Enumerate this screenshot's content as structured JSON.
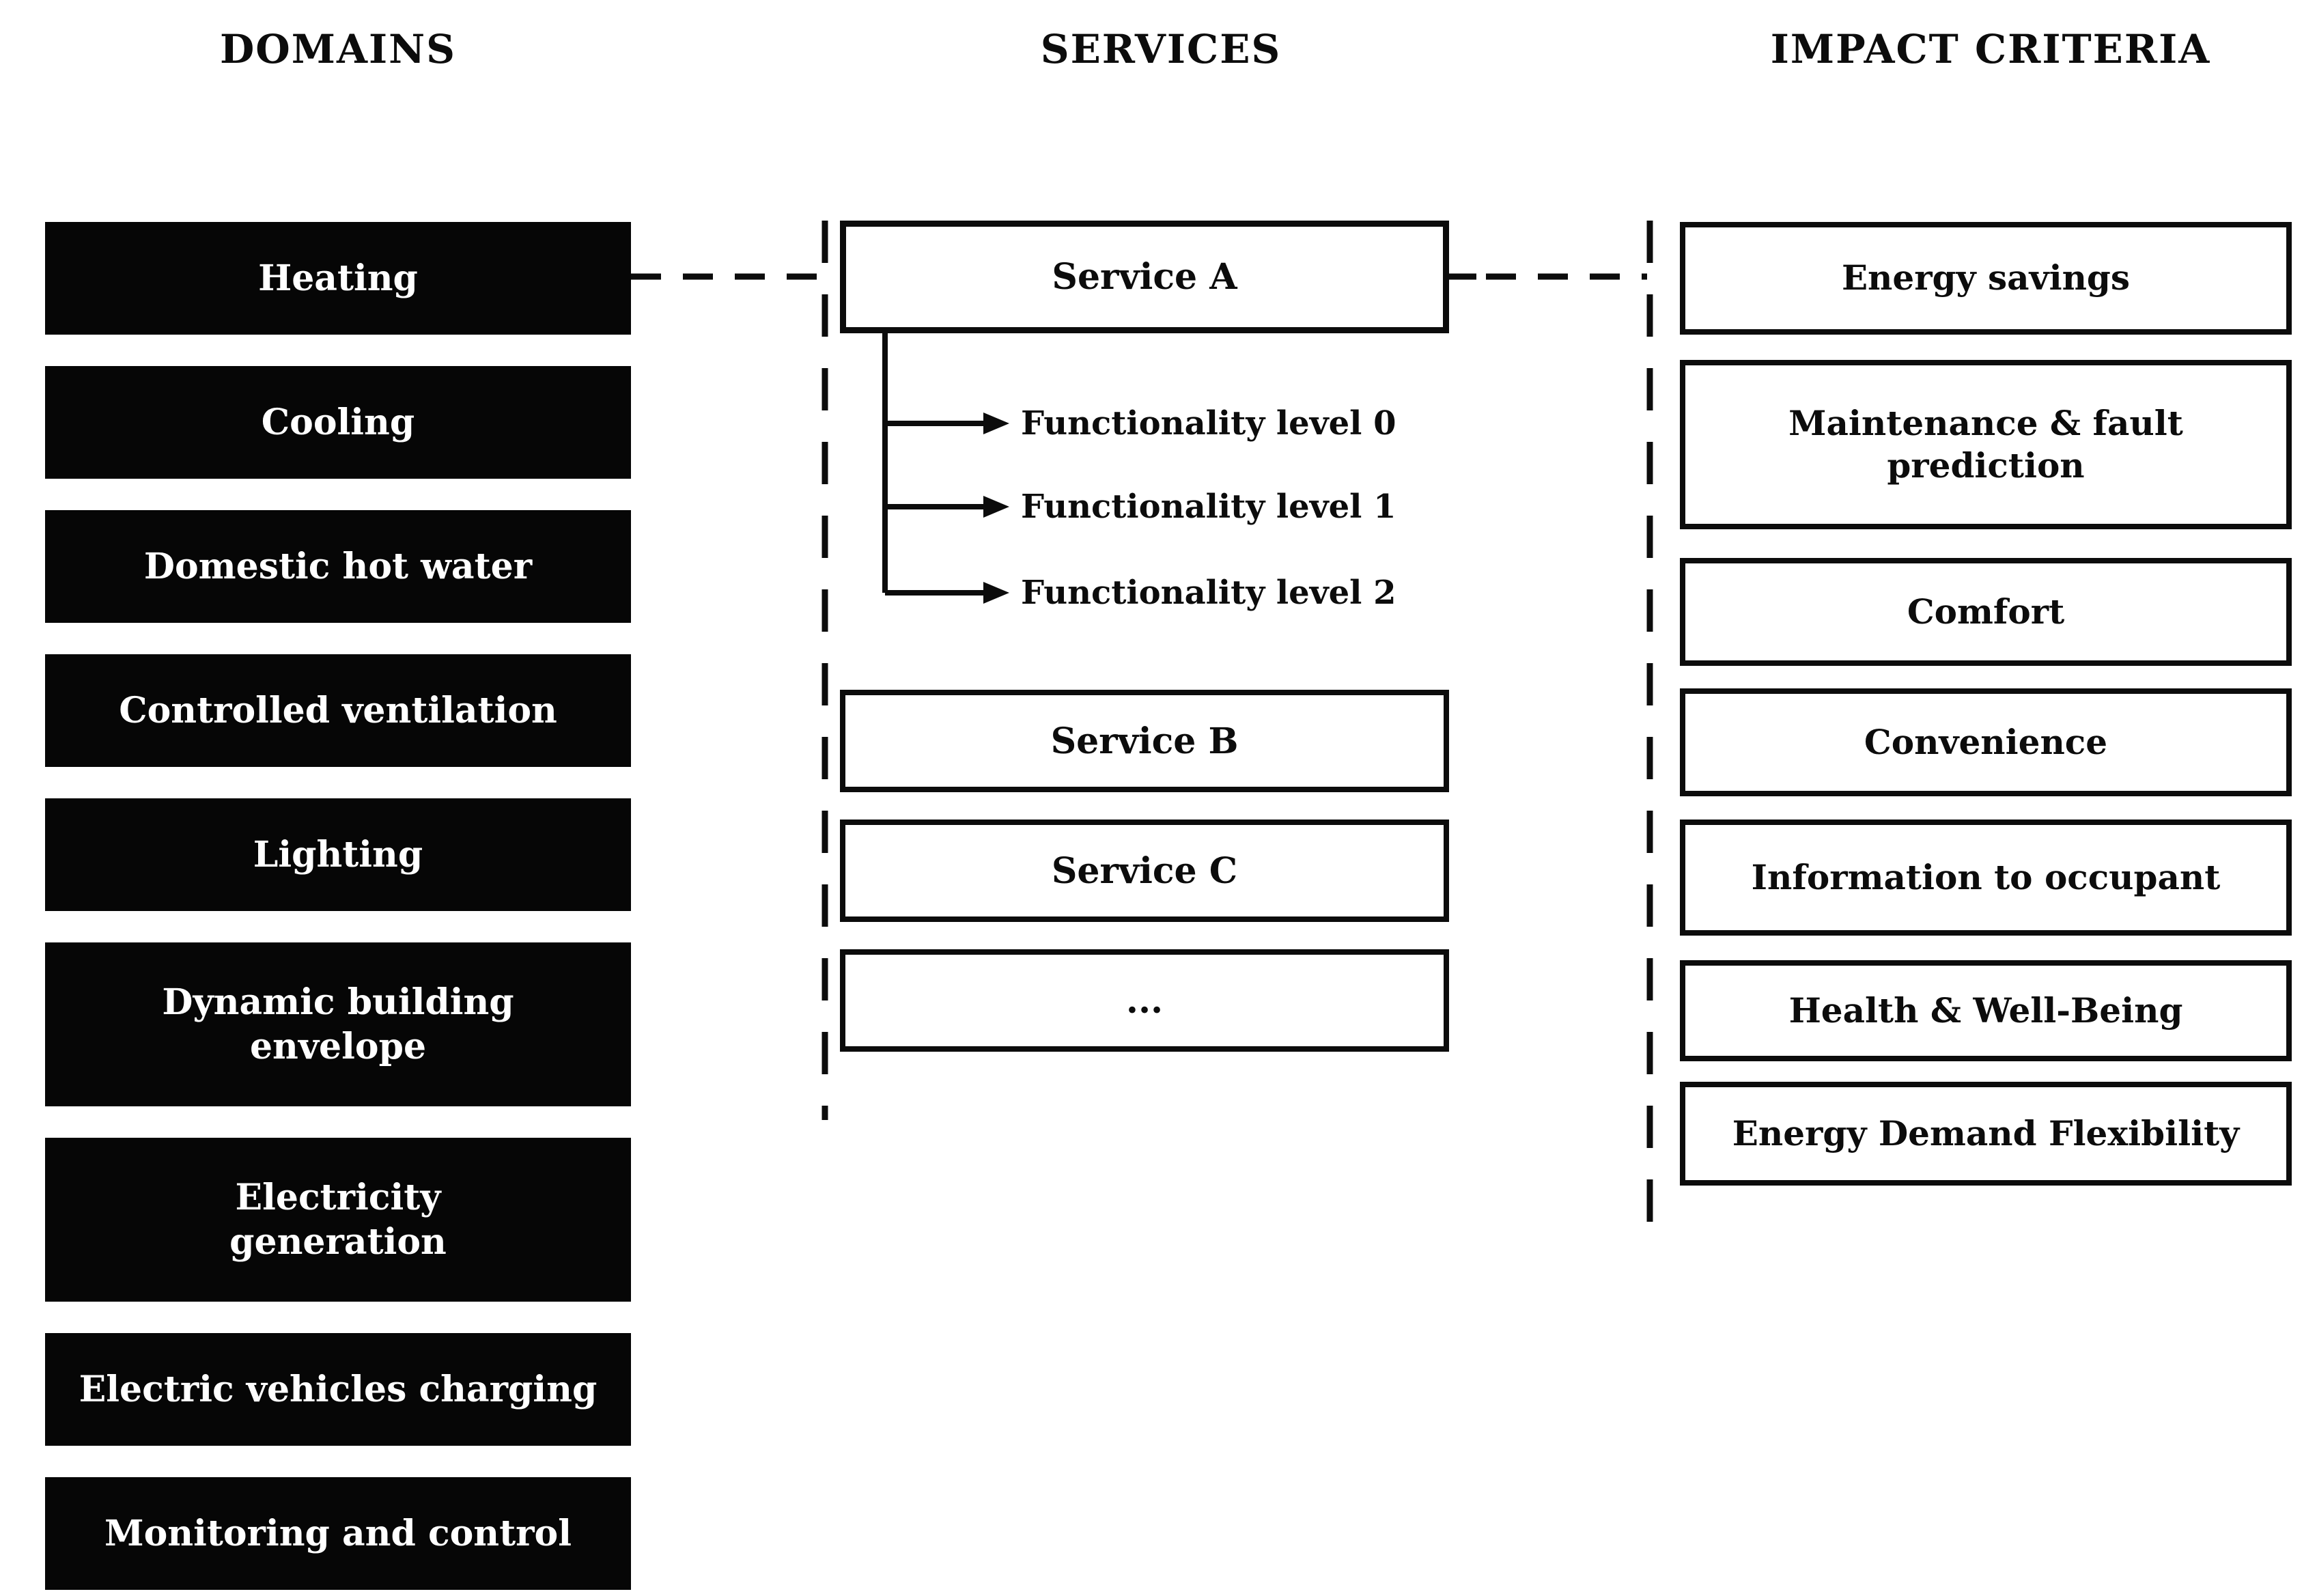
{
  "columns": {
    "domains": {
      "title": "DOMAINS",
      "items": [
        "Heating",
        "Cooling",
        "Domestic hot water",
        "Controlled ventilation",
        "Lighting",
        "Dynamic building envelope",
        "Electricity generation",
        "Electric vehicles charging",
        "Monitoring and control"
      ]
    },
    "services": {
      "title": "SERVICES",
      "service_a": "Service A",
      "functionality_levels": [
        "Functionality level 0",
        "Functionality level 1",
        "Functionality level 2"
      ],
      "service_b": "Service B",
      "service_c": "Service C",
      "more": "..."
    },
    "impact": {
      "title": "IMPACT CRITERIA",
      "items": [
        "Energy savings",
        "Maintenance & fault prediction",
        "Comfort",
        "Convenience",
        "Information to occupant",
        "Health & Well-Being",
        "Energy Demand Flexibility"
      ]
    }
  },
  "colors": {
    "background": "#ffffff",
    "domain_box_fill": "#060606",
    "domain_box_text": "#ffffff",
    "outline_box_border": "#0c0c0c",
    "outline_box_text": "#0c0c0c",
    "connector": "#0c0c0c"
  }
}
